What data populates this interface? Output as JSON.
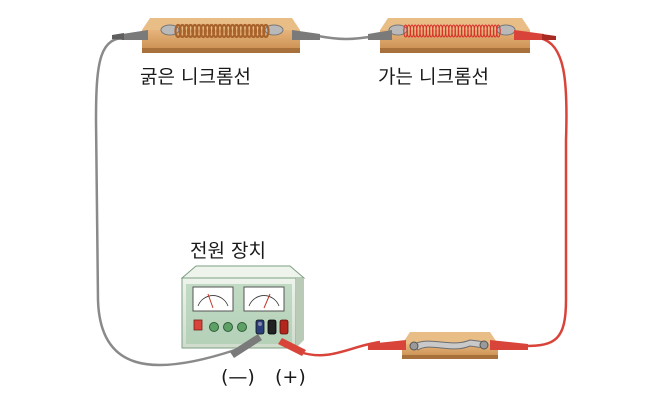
{
  "labels": {
    "thick_nichrome": "굵은 니크롬선",
    "thin_nichrome": "가는 니크롬선",
    "power_supply": "전원 장치",
    "negative_terminal": "(—)",
    "positive_terminal": "(+)"
  },
  "colors": {
    "board": "#d49a5c",
    "board_dark": "#b77a3f",
    "thick_coil": "#a8632c",
    "thin_coil": "#d8322a",
    "wire_gray": "#8a8a8a",
    "wire_red": "#d9443a",
    "psu_body": "#dfe9dc",
    "psu_panel": "#9ec6a6"
  },
  "components": {
    "thick_coil_turns": 22,
    "thin_coil_turns": 30
  }
}
